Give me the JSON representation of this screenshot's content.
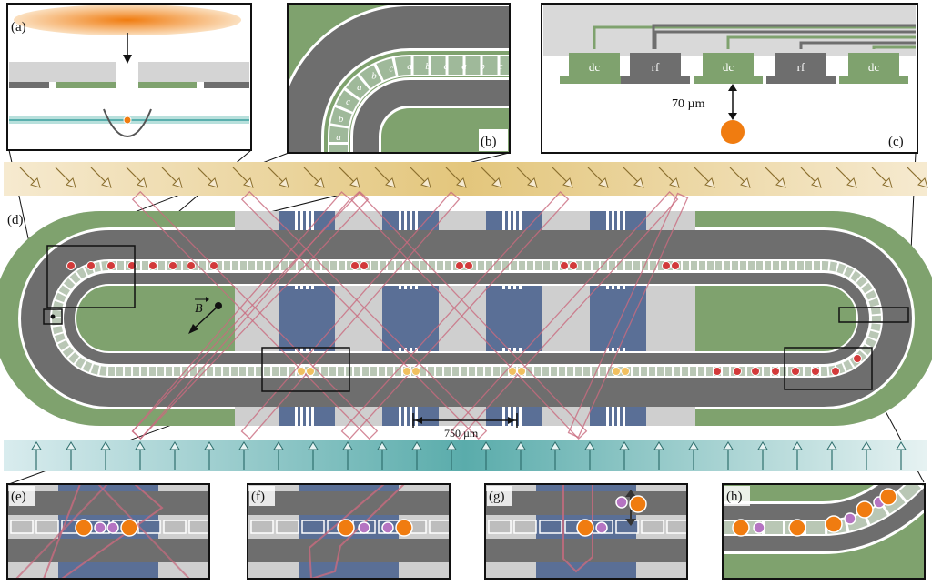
{
  "panels": {
    "a": "(a)",
    "b": "(b)",
    "c": "(c)",
    "d": "(d)",
    "e": "(e)",
    "f": "(f)",
    "g": "(g)",
    "h": "(h)"
  },
  "electrode_labels": [
    "dc",
    "rf",
    "dc",
    "rf",
    "dc"
  ],
  "distance_label": "70 µm",
  "cell_letters": [
    "a",
    "b",
    "c",
    "a",
    "b",
    "c",
    "a",
    "b",
    "c",
    "a",
    "b",
    "c",
    "a"
  ],
  "scale_bar_label": "750 µm",
  "field_label": "B",
  "colors": {
    "dc_electrode": "#7fa26e",
    "rf_electrode": "#6e6e6e",
    "zone_blue": "#5a6f96",
    "ion_red": "#d23a3a",
    "ion_yellow": "#f0c060",
    "ion_orange": "#f07c10",
    "ion_purple": "#b574c2",
    "beam_gold": "#e8cc84",
    "beam_teal": "#5bb0ae",
    "laser_pink": "#c96a7e"
  }
}
